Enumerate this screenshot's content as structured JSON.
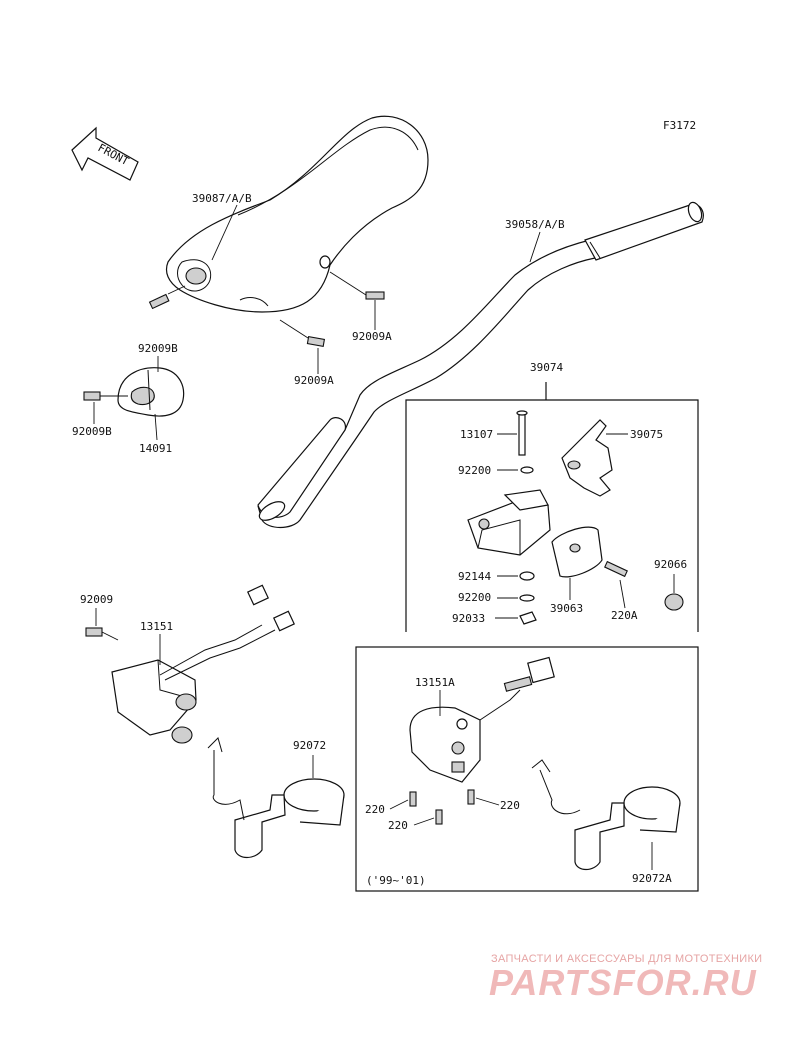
{
  "figure_code": "F3172",
  "front_indicator": "FRONT",
  "labels": {
    "cover": "39087/A/B",
    "handlebar": "39058/A/B",
    "bolt_92009b_top": "92009B",
    "bolt_92009b_left": "92009B",
    "cap": "14091",
    "bolt_92009a_right": "92009A",
    "bolt_92009a_bottom": "92009A",
    "throttle_assy": "39074",
    "pin": "13107",
    "washer_top": "92200",
    "lever": "39075",
    "spring": "92144",
    "washer_bottom": "92200",
    "clip": "92033",
    "case": "39063",
    "screw_220a": "220A",
    "plug": "92066",
    "bolt_92009": "92009",
    "switch": "13151",
    "clamp": "92072",
    "switch_alt": "13151A",
    "screw_220_left": "220",
    "screw_220_right": "220",
    "screw_220_bottom": "220",
    "clamp_alt": "92072A",
    "year_note": "('99~'01)"
  },
  "watermark": {
    "tagline": "ЗАПЧАСТИ И АКСЕССУАРЫ ДЛЯ МОТОТЕХНИКИ",
    "brand": "PARTSFOR.RU"
  }
}
